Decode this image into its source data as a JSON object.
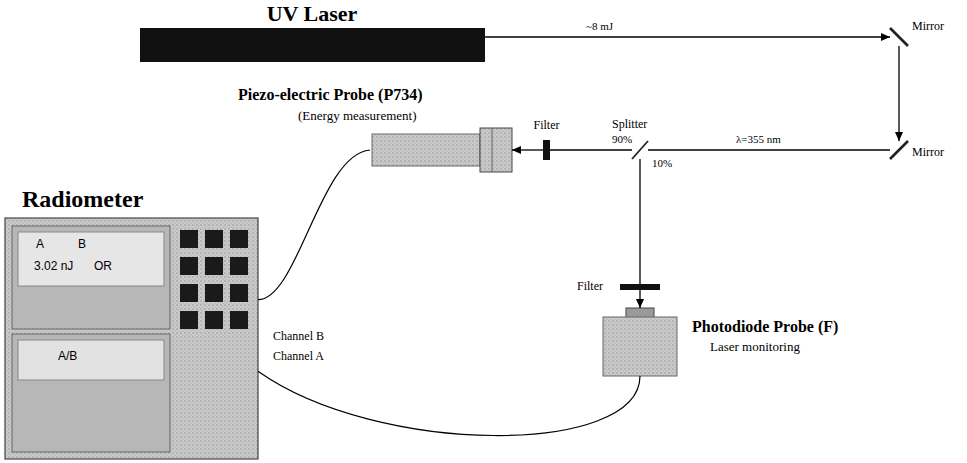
{
  "diagram": {
    "nodes": [
      {
        "text": [
          "UV Laser"
        ]
      },
      {
        "text": [
          "Mirror"
        ]
      },
      {
        "text": [
          "Mirror"
        ]
      },
      {
        "text": [
          "Splitter",
          "90%",
          "10%"
        ]
      },
      {
        "text": [
          "Filter"
        ]
      },
      {
        "text": [
          "Piezo-electric Probe (P734)",
          "(Energy measurement)"
        ]
      },
      {
        "text": [
          "Filter"
        ]
      },
      {
        "text": [
          "Photodiode Probe (F)",
          "Laser monitoring"
        ]
      },
      {
        "text": [
          "Radiometer"
        ]
      },
      {
        "text": [
          "A",
          "B",
          "3.02 nJ",
          "OR"
        ],
        "in": 8
      },
      {
        "text": [
          "A/B"
        ],
        "in": 8
      }
    ],
    "edges": [
      {
        "from": 0,
        "to": 1,
        "arrow": "to",
        "label": "~8 mJ"
      },
      {
        "from": 1,
        "to": 2,
        "arrow": "to"
      },
      {
        "from": 2,
        "to": 3,
        "arrow": "none",
        "label": "λ=355 nm"
      },
      {
        "from": 3,
        "to": 4,
        "arrow": "none"
      },
      {
        "from": 4,
        "to": 5,
        "arrow": "to"
      },
      {
        "from": 3,
        "to": 6,
        "arrow": "none"
      },
      {
        "from": 6,
        "to": 7,
        "arrow": "to"
      },
      {
        "from": 5,
        "to": 8,
        "arrow": "none",
        "label": "Channel B"
      },
      {
        "from": 7,
        "to": 8,
        "arrow": "none",
        "label": "Channel A"
      }
    ]
  }
}
